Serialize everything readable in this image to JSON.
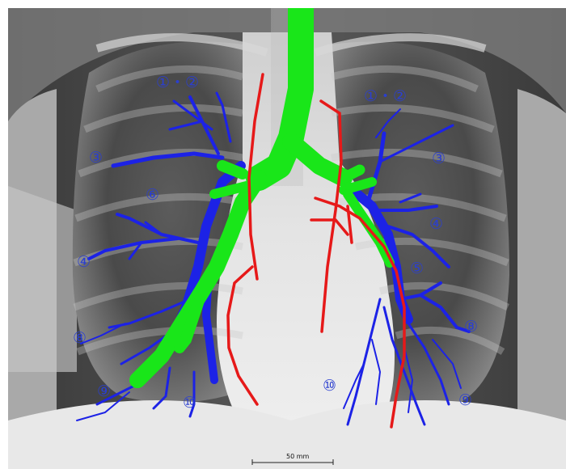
{
  "image": {
    "modality": "chest-xray",
    "overlay_colors": {
      "airway": "#19e619",
      "pulmonary_artery": "#1c22e6",
      "pulmonary_vein": "#e61919"
    }
  },
  "labels": {
    "right_1_2": "①・②",
    "right_3": "③",
    "right_6": "⑥",
    "right_4": "④",
    "right_8": "⑧",
    "right_9": "⑨",
    "right_10": "⑩",
    "left_1_2": "①・②",
    "left_3": "③",
    "left_4": "④",
    "left_5": "⑤",
    "left_8": "⑧",
    "left_9": "⑨",
    "left_10": "⑩"
  },
  "scale_bar": {
    "label": "50 mm"
  }
}
